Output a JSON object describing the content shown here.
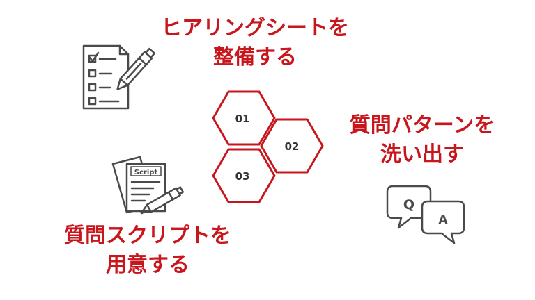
{
  "steps": [
    {
      "number": "01",
      "line1": "ヒアリングシートを",
      "line2": "整備する",
      "icon": "checklist-pencil-icon"
    },
    {
      "number": "02",
      "line1": "質問パターンを",
      "line2": "洗い出す",
      "icon": "qa-chat-icon"
    },
    {
      "number": "03",
      "line1": "質問スクリプトを",
      "line2": "用意する",
      "icon": "script-document-icon"
    }
  ],
  "icons": {
    "script_label": "Script",
    "qa_q": "Q",
    "qa_a": "A"
  },
  "colors": {
    "accent": "#c8161d",
    "icon": "#4a4a4a",
    "text": "#333333"
  }
}
